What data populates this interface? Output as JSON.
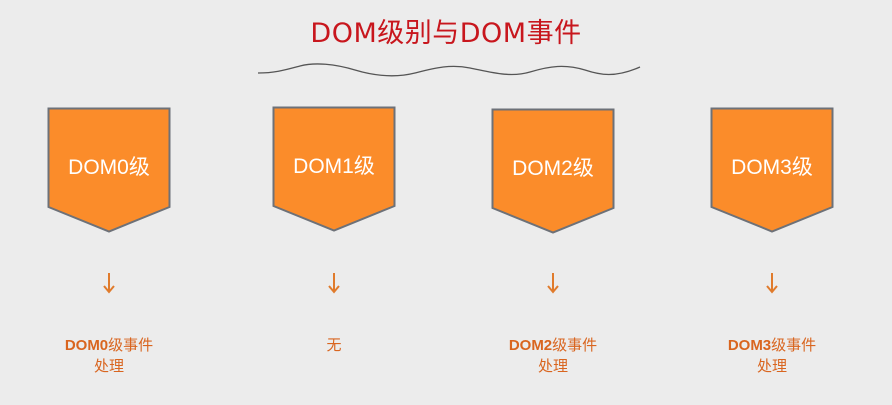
{
  "title": "DOM级别与DOM事件",
  "colors": {
    "background": "#ececec",
    "title": "#c8161d",
    "box_fill": "#fb8c2a",
    "box_border": "#6d7178",
    "box_text": "#ffffff",
    "arrow": "#e07b2c",
    "result_text": "#d9651f",
    "wave": "#555555"
  },
  "levels": [
    {
      "label": "DOM0级",
      "arrow": "↓",
      "result_line1": "DOM0级事件",
      "result_line2": "处理"
    },
    {
      "label": "DOM1级",
      "arrow": "↓",
      "result_line1": "无",
      "result_line2": ""
    },
    {
      "label": "DOM2级",
      "arrow": "↓",
      "result_line1": "DOM2级事件",
      "result_line2": "处理"
    },
    {
      "label": "DOM3级",
      "arrow": "↓",
      "result_line1": "DOM3级事件",
      "result_line2": "处理"
    }
  ]
}
